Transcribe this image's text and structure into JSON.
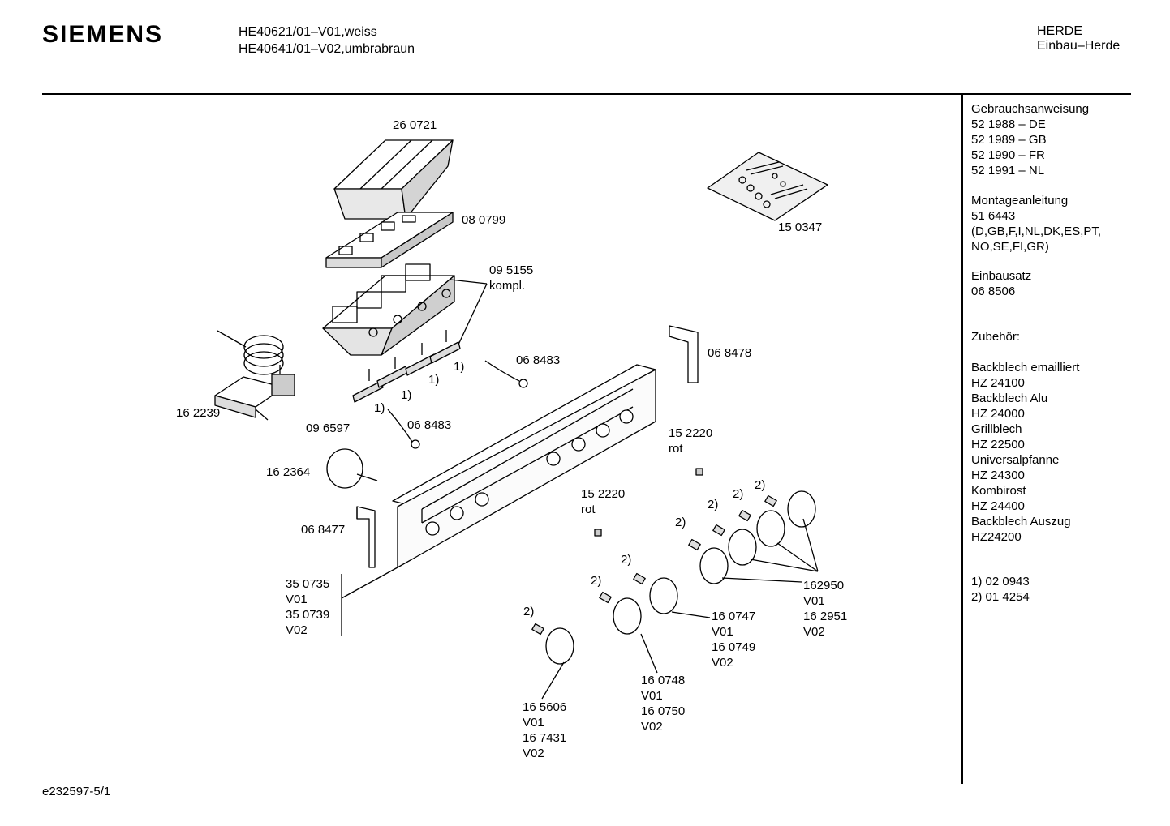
{
  "header": {
    "brand": "SIEMENS",
    "models": [
      "HE40621/01–V01,weiss",
      "HE40641/01–V02,umbrabraun"
    ],
    "category": "HERDE",
    "subcategory": "Einbau–Herde"
  },
  "sidebar": {
    "manual_title": "Gebrauchsanweisung",
    "manuals": [
      "52 1988 – DE",
      "52 1989 – GB",
      "52 1990 – FR",
      "52 1991 – NL"
    ],
    "install_title": "Montageanleitung",
    "install_number": "51 6443",
    "install_langs": [
      "(D,GB,F,I,NL,DK,ES,PT,",
      "NO,SE,FI,GR)"
    ],
    "kit_title": "Einbausatz",
    "kit_number": "06 8506",
    "accessories_title": "Zubehör:",
    "accessories": [
      "Backblech emailliert",
      "HZ 24100",
      "Backblech Alu",
      "HZ 24000",
      "Grillblech",
      "HZ 22500",
      "Universalpfanne",
      "HZ 24300",
      "Kombirost",
      "HZ 24400",
      "Backblech Auszug",
      "HZ24200"
    ],
    "notes": [
      "1)  02 0943",
      "2)  01 4254"
    ]
  },
  "parts": {
    "p260721": "26 0721",
    "p080799": "08 0799",
    "p095155": "09 5155",
    "kompl": "kompl.",
    "p150347": "15 0347",
    "p068483a": "06 8483",
    "p068483b": "06 8483",
    "p068478": "06 8478",
    "p162239": "16 2239",
    "p096597": "09 6597",
    "p162364": "16 2364",
    "p068477": "06 8477",
    "p152220a": "15 2220",
    "rot_a": "rot",
    "p152220b": "15 2220",
    "rot_b": "rot",
    "p350735": "35 0735",
    "p350739": "35 0739",
    "p162950": "162950",
    "p162951": "16 2951",
    "p160747": "16 0747",
    "p160749": "16 0749",
    "p160748": "16 0748",
    "p160750": "16 0750",
    "p165606": "16 5606",
    "p167431": "16 7431",
    "v01": "V01",
    "v02": "V02",
    "n1": "1)",
    "n2": "2)"
  },
  "footer": {
    "doc_id": "e232597-5/1"
  }
}
